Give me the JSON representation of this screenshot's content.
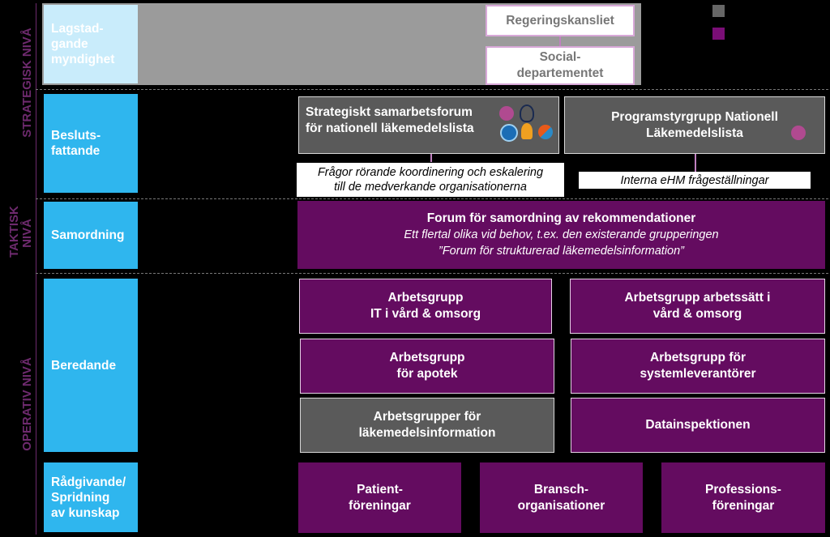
{
  "side_labels": {
    "strategisk": "STRATEGISK NIVÅ",
    "taktisk": "TAKTISK\nNIVÅ",
    "operativ": "OPERATIV NIVÅ"
  },
  "row_labels": {
    "lagstadgande": "Lagstad-\ngande\nmyndighet",
    "beslutsfattande": "Besluts-\nfattande",
    "samordning": "Samordning",
    "beredande": "Beredande",
    "radgivande": "Rådgivande/\nSpridning\nav kunskap"
  },
  "top_boxes": {
    "regeringskansliet": "Regeringskansliet",
    "socialdepartementet": "Social-\ndepartementet"
  },
  "decision_boxes": {
    "strategiskt_forum": "Strategiskt samarbetsforum\nför nationell läkemedelslista",
    "programstyrgrupp": "Programstyrgrupp Nationell\nLäkemedelslista"
  },
  "notes": {
    "koordinering": "Frågor rörande koordinering och eskalering\ntill de medverkande organisationerna",
    "interna": "Interna eHM frågeställningar"
  },
  "forum": {
    "title": "Forum för samordning av rekommendationer",
    "line1": "Ett flertal olika vid behov, t.ex. den existerande grupperingen",
    "line2": "”Forum för strukturerad läkemedelsinformation”"
  },
  "working_groups": {
    "it": "Arbetsgrupp\nIT i vård & omsorg",
    "arbetssatt": "Arbetsgrupp arbetssätt i\nvård & omsorg",
    "apotek": "Arbetsgrupp\nför apotek",
    "systemleverantorer": "Arbetsgrupp för\nsystemleverantörer",
    "lakemedelsinfo": "Arbetsgrupper för\nläkemedelsinformation",
    "datainspektionen": "Datainspektionen"
  },
  "advisory": {
    "patient": "Patient-\nföreningar",
    "bransch": "Bransch-\norganisationer",
    "professions": "Professions-\nföreningar"
  },
  "colors": {
    "purple": "#640c60",
    "blue": "#2fb6ee",
    "gray": "#5a5a5a",
    "legend_gray": "#666666",
    "legend_purple": "#7a0e76"
  },
  "icons": [
    "pink-circle-logo",
    "blue-knot-logo",
    "blue-swirl-logo",
    "orange-figure-logo",
    "orange-blue-logo",
    "pink-circle-logo"
  ]
}
